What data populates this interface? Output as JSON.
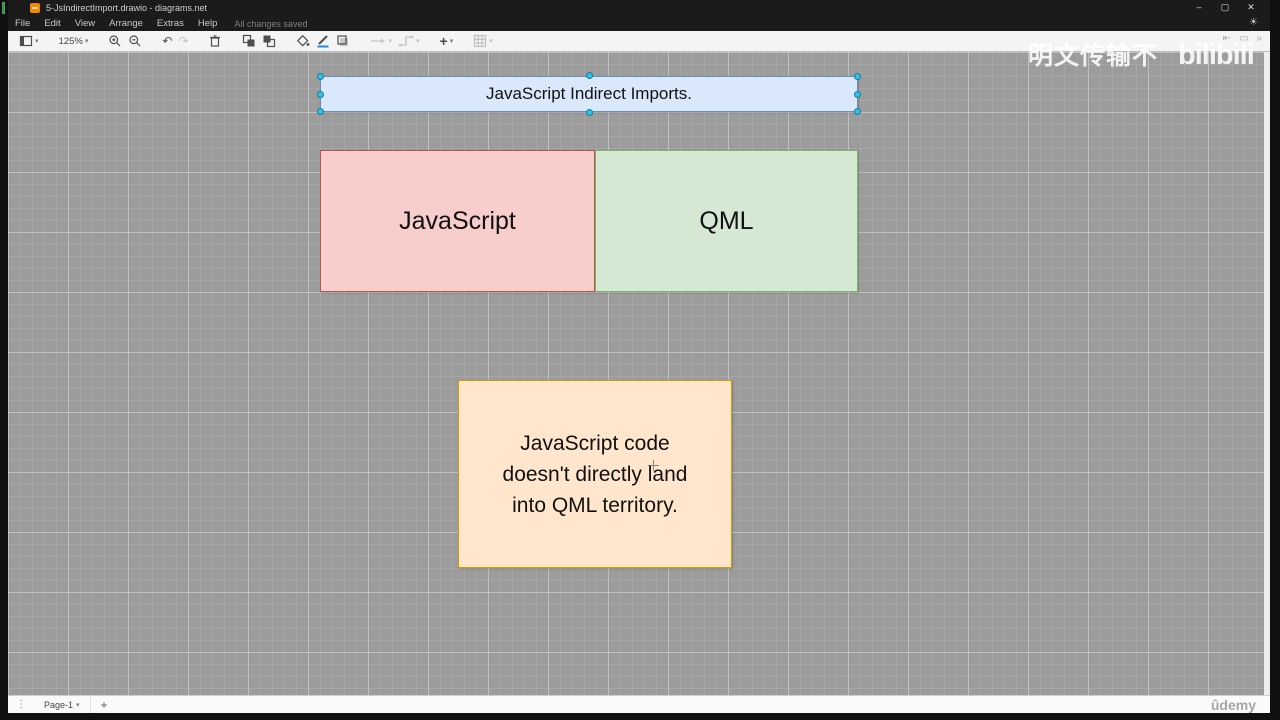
{
  "window": {
    "title": "5-JsIndirectImport.drawio - diagrams.net"
  },
  "icons": {
    "minimize": "–",
    "maximize": "▢",
    "close": "✕",
    "sun": "☀",
    "undo": "↶",
    "redo": "↷",
    "shadow": "□",
    "insert": "+",
    "caret": "▾",
    "dots": "⋮",
    "collapse": "⇤",
    "panel": "▭",
    "chevrons": "»"
  },
  "menu": {
    "items": [
      "File",
      "Edit",
      "View",
      "Arrange",
      "Extras",
      "Help"
    ],
    "status": "All changes saved"
  },
  "toolbar": {
    "zoom_level": "125%"
  },
  "diagram": {
    "title_box": {
      "label": "JavaScript Indirect Imports.",
      "fill": "#dae8fc",
      "stroke": "#6c8ebf"
    },
    "javascript_box": {
      "label": "JavaScript",
      "fill": "#f8cecc",
      "stroke": "#b85450"
    },
    "qml_box": {
      "label": "QML",
      "fill": "#d5e8d4",
      "stroke": "#82b366"
    },
    "note_box": {
      "label": "JavaScript code doesn't directly land into QML territory.",
      "fill": "#ffe6cc",
      "stroke": "#d79b00"
    }
  },
  "footer": {
    "page_tab": "Page-1",
    "add_page": "+"
  },
  "watermarks": {
    "top_text": "明文传输不",
    "logo_text": "bilibili",
    "bottom_text": "ûdemy"
  }
}
